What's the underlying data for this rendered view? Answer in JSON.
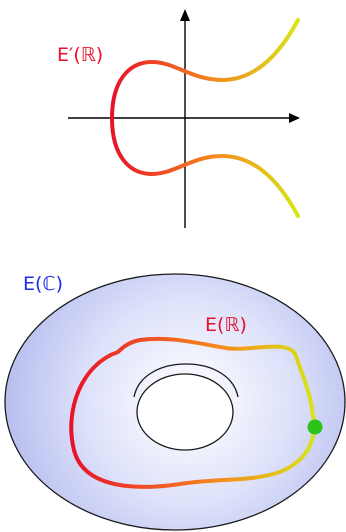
{
  "top_figure": {
    "curve_label": "E′(ℝ)",
    "colors": {
      "label": "#e8102a",
      "curve_start": "#e8102a",
      "curve_mid": "#f58a1e",
      "curve_end": "#d6e818",
      "axes": "#000000"
    }
  },
  "bottom_figure": {
    "surface_label": "E(ℂ)",
    "curve_label": "E(ℝ)",
    "colors": {
      "surface_label": "#1a2ee6",
      "curve_label": "#e8102a",
      "torus_fill": "#c9cff5",
      "torus_edge": "#1a1a1a",
      "curve_start": "#e8102a",
      "curve_mid": "#f58a1e",
      "curve_end": "#d6e818",
      "point": "#2bc21b"
    }
  }
}
